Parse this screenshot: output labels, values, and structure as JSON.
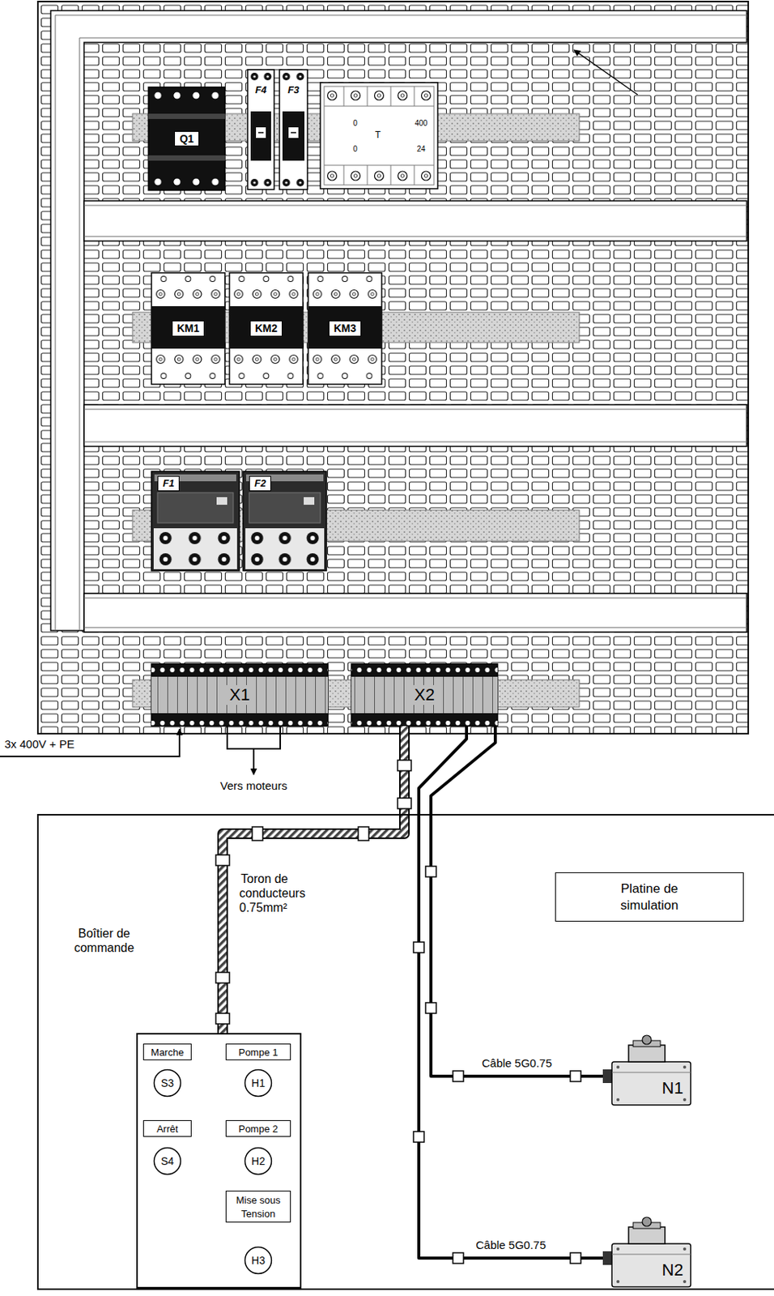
{
  "diagram": {
    "nodes": [
      {
        "text": [
          "Q1"
        ]
      },
      {
        "text": [
          "F4"
        ]
      },
      {
        "text": [
          "F3"
        ]
      },
      {
        "text": [
          "0",
          "400",
          "T",
          "0",
          "24"
        ]
      },
      {
        "text": [
          "KM1"
        ]
      },
      {
        "text": [
          "KM2"
        ]
      },
      {
        "text": [
          "KM3"
        ]
      },
      {
        "text": [
          "F1"
        ]
      },
      {
        "text": [
          "F2"
        ]
      },
      {
        "text": [
          "X1"
        ]
      },
      {
        "text": [
          "X2"
        ]
      },
      {
        "text": [
          "Platine de simulation"
        ]
      },
      {
        "text": [
          "Boîtier de commande"
        ],
        "in": 11
      },
      {
        "text": [
          "Marche"
        ],
        "in": 12
      },
      {
        "text": [
          "Pompe 1"
        ],
        "in": 12
      },
      {
        "text": [
          "S3"
        ],
        "in": 12
      },
      {
        "text": [
          "H1"
        ],
        "in": 12
      },
      {
        "text": [
          "Arrêt"
        ],
        "in": 12
      },
      {
        "text": [
          "Pompe 2"
        ],
        "in": 12
      },
      {
        "text": [
          "S4"
        ],
        "in": 12
      },
      {
        "text": [
          "H2"
        ],
        "in": 12
      },
      {
        "text": [
          "Mise sous Tension"
        ],
        "in": 12
      },
      {
        "text": [
          "H3"
        ],
        "in": 12
      },
      {
        "text": [
          "N1"
        ],
        "in": 11
      },
      {
        "text": [
          "N2"
        ],
        "in": 11
      }
    ],
    "edges": [
      {
        "from": 10,
        "to": 12,
        "arrow": "none",
        "label": "Toron de conducteurs 0.75mm²"
      },
      {
        "from": 10,
        "to": 23,
        "arrow": "none",
        "label": "Câble 5G0.75"
      },
      {
        "from": 10,
        "to": 24,
        "arrow": "none",
        "label": "Câble 5G0.75"
      }
    ],
    "labels": [
      "3x 400V + PE",
      "Vers moteurs"
    ]
  }
}
